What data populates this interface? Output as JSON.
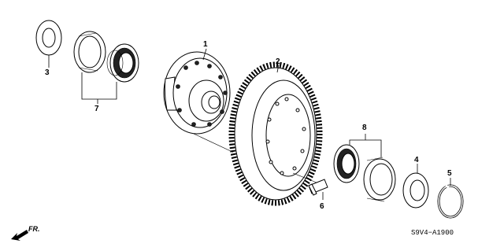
{
  "callouts": {
    "c1": "1",
    "c2": "2",
    "c3": "3",
    "c4": "4",
    "c5": "5",
    "c6": "6",
    "c7": "7",
    "c8": "8"
  },
  "direction_label": "FR.",
  "diagram_code": "S9V4−A1900"
}
